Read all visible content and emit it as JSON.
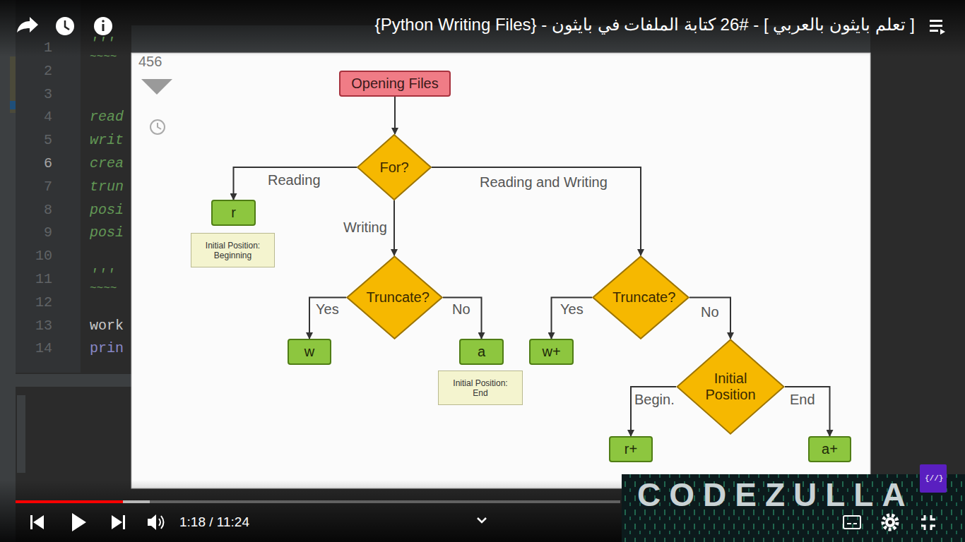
{
  "diagram": {
    "nodes": [
      {
        "text": [
          "Opening Files"
        ]
      },
      {
        "text": [
          "For?"
        ]
      },
      {
        "text": [
          "r"
        ]
      },
      {
        "text": [
          "Initial Position: Beginning"
        ]
      },
      {
        "text": [
          "Truncate?"
        ]
      },
      {
        "text": [
          "w"
        ]
      },
      {
        "text": [
          "a"
        ]
      },
      {
        "text": [
          "Initial Position: End"
        ]
      },
      {
        "text": [
          "w+"
        ]
      },
      {
        "text": [
          "Truncate?"
        ]
      },
      {
        "text": [
          "Initial Position"
        ]
      },
      {
        "text": [
          "r+"
        ]
      },
      {
        "text": [
          "a+"
        ]
      }
    ],
    "edges": [
      {
        "from": 0,
        "to": 1,
        "arrow": "to"
      },
      {
        "from": 1,
        "to": 2,
        "label": "Reading",
        "arrow": "to"
      },
      {
        "from": 1,
        "to": 4,
        "label": "Writing",
        "arrow": "to"
      },
      {
        "from": 1,
        "to": 9,
        "label": "Reading and Writing",
        "arrow": "to"
      },
      {
        "from": 4,
        "to": 5,
        "label": "Yes",
        "arrow": "to"
      },
      {
        "from": 4,
        "to": 6,
        "label": "No",
        "arrow": "to"
      },
      {
        "from": 9,
        "to": 8,
        "label": "Yes",
        "arrow": "to"
      },
      {
        "from": 9,
        "to": 10,
        "label": "No",
        "arrow": "to"
      },
      {
        "from": 10,
        "to": 11,
        "label": "Begin.",
        "arrow": "to"
      },
      {
        "from": 10,
        "to": 12,
        "label": "End",
        "arrow": "to"
      }
    ],
    "labels": [
      "[ تعلم بايثون بالعربي ] - #26 كتابة الملفات في بايثون - {Python Writing Files}",
      "456",
      "1",
      "2",
      "3",
      "4",
      "5",
      "6",
      "7",
      "8",
      "9",
      "10",
      "11",
      "12",
      "13",
      "14",
      "'''",
      "~~~~",
      "read",
      "writ",
      "crea",
      "trun",
      "posi",
      "posi",
      "'''",
      "~~~~",
      "work",
      "prin",
      "1:18 / 11:24",
      "{//}",
      "CODEZULLA"
    ]
  }
}
